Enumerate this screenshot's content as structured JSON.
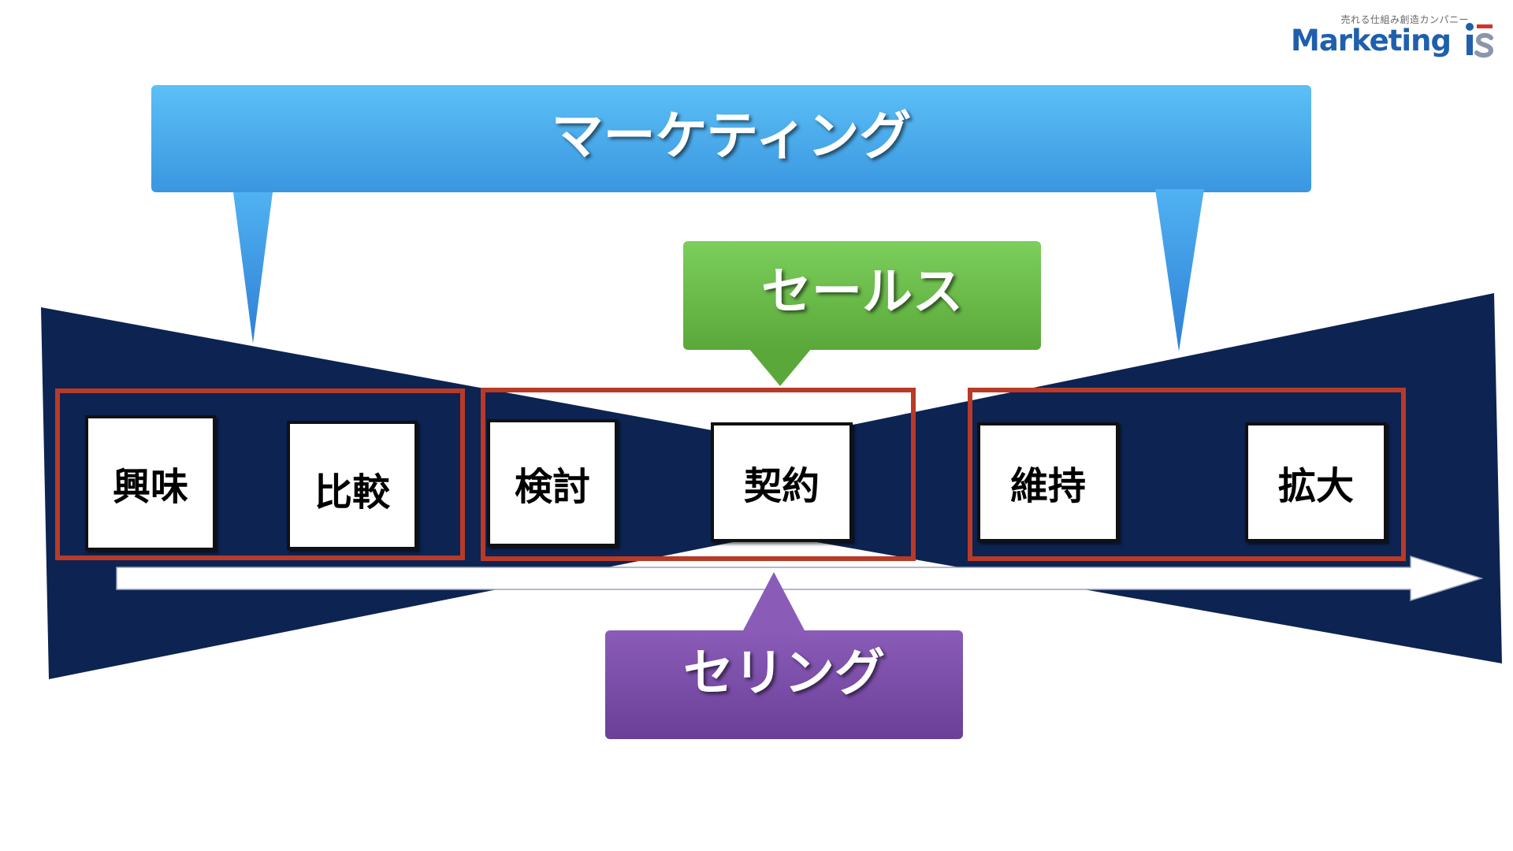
{
  "logo": {
    "tagline": "売れる仕組み創造カンパニー",
    "wordmark": "Marketing",
    "mark": "iS"
  },
  "callouts": {
    "marketing": {
      "label": "マーケティング",
      "color": "#4aaef0"
    },
    "sales": {
      "label": "セールス",
      "color": "#6cc04a"
    },
    "selling": {
      "label": "セリング",
      "color": "#7a4fa6"
    }
  },
  "groups": [
    {
      "stages": [
        "興味",
        "比較"
      ]
    },
    {
      "stages": [
        "検討",
        "契約"
      ]
    },
    {
      "stages": [
        "維持",
        "拡大"
      ]
    }
  ],
  "colors": {
    "funnel": "#0d2352",
    "frame": "#b83a28",
    "arrow": "#ffffff"
  }
}
